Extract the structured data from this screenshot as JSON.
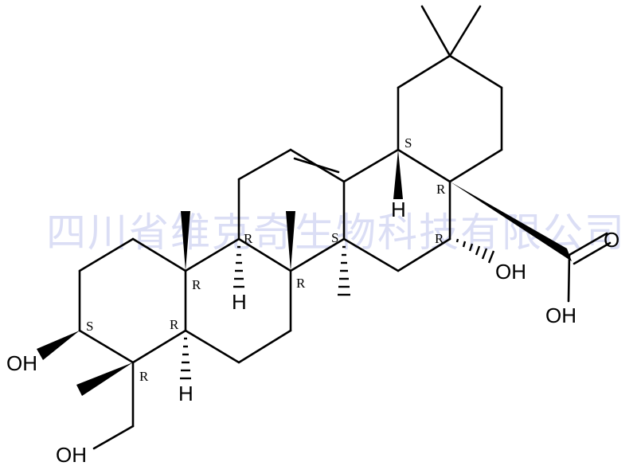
{
  "diagram": {
    "type": "chemical-structure",
    "compound_skeleton": "oleanane triterpenoid (olean-12-en-28-oic acid)",
    "watermark": "四川省维克奇生物科技有限公司",
    "colors": {
      "bond": "#000000",
      "watermark": "#c9cdf0",
      "background": "#ffffff"
    },
    "atom_labels": {
      "oh_c3": "OH",
      "oh_c23": "OH",
      "oh_c16": "OH",
      "acid_o": "O",
      "acid_oh": "OH",
      "h_c5": "H",
      "h_c9": "H",
      "h_c18": "H"
    },
    "stereo_labels": {
      "c3": "S",
      "c4": "R",
      "c5": "R",
      "c10": "R",
      "c9": "R",
      "c8": "R",
      "c14": "S",
      "c18": "S",
      "c17": "R",
      "c16": "R"
    }
  }
}
